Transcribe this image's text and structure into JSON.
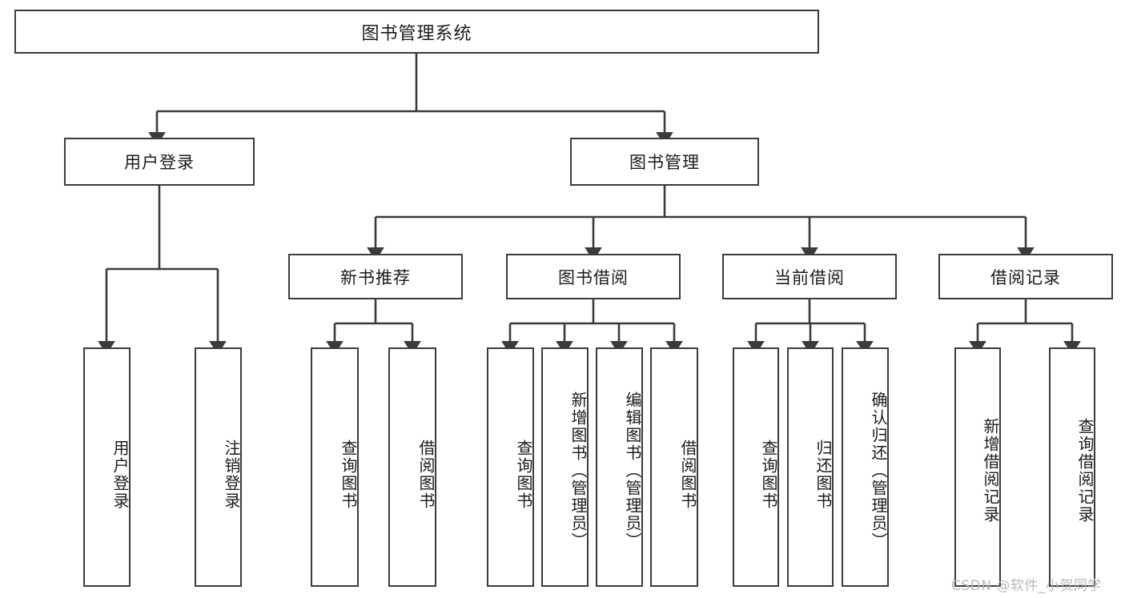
{
  "diagram": {
    "title": "图书管理系统",
    "watermark": "CSDN @软件_小贺同学",
    "colors": {
      "stroke": "#3b3b3b",
      "fill": "#ffffff",
      "text": "#1b1b1b",
      "watermark": "#b9b9b9",
      "background": "#ffffff"
    },
    "levels": {
      "root": "图书管理系统",
      "level2": [
        "用户登录",
        "图书管理"
      ],
      "level3": [
        "新书推荐",
        "图书借阅",
        "当前借阅",
        "借阅记录"
      ]
    },
    "nodes": {
      "root": {
        "label": "图书管理系统"
      },
      "user_login": {
        "label": "用户登录"
      },
      "book_manage": {
        "label": "图书管理"
      },
      "new_book_rec": {
        "label": "新书推荐"
      },
      "book_borrow": {
        "label": "图书借阅"
      },
      "current_borrow": {
        "label": "当前借阅"
      },
      "borrow_record": {
        "label": "借阅记录"
      },
      "leaf_user_login": {
        "label": "用户登录"
      },
      "leaf_logout": {
        "label": "注销登录"
      },
      "leaf_query_book_1": {
        "label": "查询图书"
      },
      "leaf_borrow_book_1": {
        "label": "借阅图书"
      },
      "leaf_query_book_2": {
        "label": "查询图书"
      },
      "leaf_add_book_admin": {
        "label": "新增图书（管理员）"
      },
      "leaf_edit_book_admin": {
        "label": "编辑图书（管理员）"
      },
      "leaf_borrow_book_2": {
        "label": "借阅图书"
      },
      "leaf_query_book_3": {
        "label": "查询图书"
      },
      "leaf_return_book": {
        "label": "归还图书"
      },
      "leaf_confirm_return_admin": {
        "label": "确认归还（管理员）"
      },
      "leaf_add_borrow_record": {
        "label": "新增借阅记录"
      },
      "leaf_query_borrow_record": {
        "label": "查询借阅记录"
      }
    }
  }
}
